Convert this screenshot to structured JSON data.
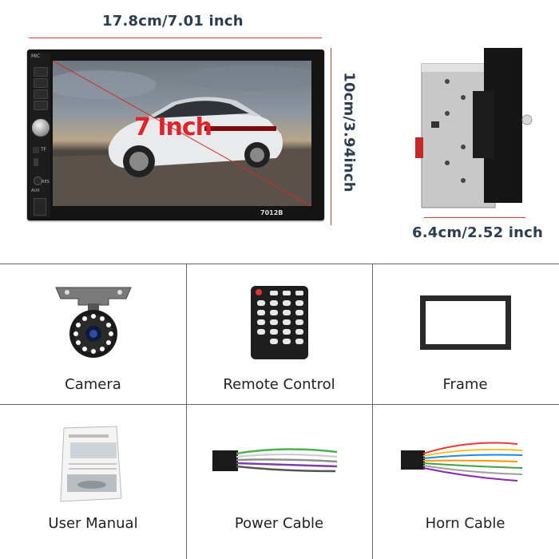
{
  "dimensions": {
    "width_label": "17.8cm/7.01 inch",
    "height_label": "10cm/3.94inch",
    "depth_label": "6.4cm/2.52 inch"
  },
  "stereo": {
    "screen_label": "7 Inch",
    "model": "7012B",
    "mic_label": "MIC",
    "tf_label": "TF",
    "res_label": "RES",
    "aux_label": "AUX"
  },
  "items": [
    {
      "label": "Camera",
      "icon": "backup-camera"
    },
    {
      "label": "Remote Control",
      "icon": "remote-control"
    },
    {
      "label": "Frame",
      "icon": "mounting-frame"
    },
    {
      "label": "User Manual",
      "icon": "manual-booklet"
    },
    {
      "label": "Power Cable",
      "icon": "power-harness"
    },
    {
      "label": "Horn Cable",
      "icon": "speaker-harness"
    }
  ],
  "colors": {
    "dimension_line": "#cf3a3a",
    "label_text": "#2b3d4f",
    "screen_label": "#e0242b"
  }
}
